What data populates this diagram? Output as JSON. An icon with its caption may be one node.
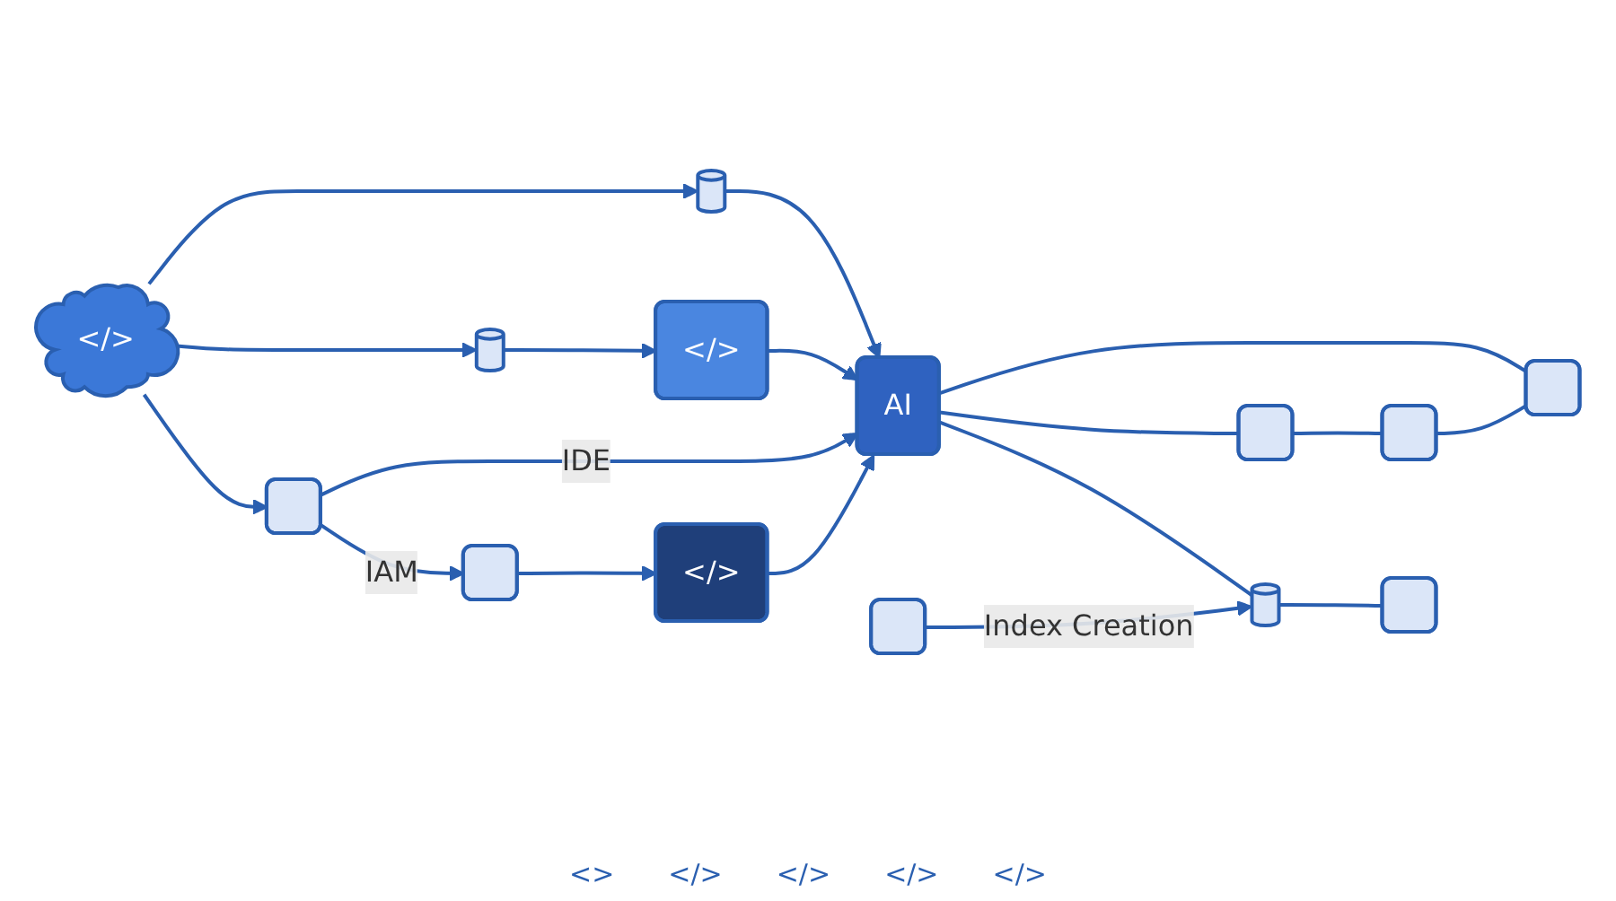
{
  "diagram": {
    "nodes": [
      {
        "text": [
          "</>"
        ]
      },
      {
        "text": [],
        "shape": "box"
      },
      {
        "text": [],
        "shape": "box"
      },
      {
        "text": [
          "AI"
        ]
      },
      {
        "text": [],
        "shape": "cylinder"
      },
      {
        "text": [
          "</>"
        ]
      },
      {
        "text": [],
        "shape": "cylinder"
      },
      {
        "text": [
          "</>"
        ]
      },
      {
        "text": [],
        "shape": "box"
      },
      {
        "text": [],
        "shape": "cylinder"
      },
      {
        "text": [],
        "shape": "box"
      },
      {
        "text": [],
        "shape": "box"
      },
      {
        "text": [],
        "shape": "box"
      },
      {
        "text": [],
        "shape": "box"
      }
    ],
    "edges": [
      {
        "from": 0,
        "to": 1,
        "arrow": "to"
      },
      {
        "from": 1,
        "to": 2,
        "arrow": "to",
        "label": "IAM"
      },
      {
        "from": 1,
        "to": 3,
        "arrow": "to",
        "label": "IDE"
      },
      {
        "from": 0,
        "to": 4,
        "arrow": "to"
      },
      {
        "from": 0,
        "to": 6,
        "arrow": "to"
      },
      {
        "from": 6,
        "to": 3,
        "arrow": "to"
      },
      {
        "from": 4,
        "to": 5,
        "arrow": "to"
      },
      {
        "from": 5,
        "to": 3,
        "arrow": "to"
      },
      {
        "from": 2,
        "to": 7,
        "arrow": "to"
      },
      {
        "from": 7,
        "to": 3,
        "arrow": "to"
      },
      {
        "from": 8,
        "to": 9,
        "arrow": "to",
        "label": "Index Creation"
      },
      {
        "from": 3,
        "to": 9,
        "arrow": "none"
      },
      {
        "from": 3,
        "to": 10,
        "arrow": "none"
      },
      {
        "from": 3,
        "to": 11,
        "arrow": "none"
      },
      {
        "from": 9,
        "to": 12,
        "arrow": "none"
      },
      {
        "from": 10,
        "to": 13,
        "arrow": "none"
      },
      {
        "from": 13,
        "to": 11,
        "arrow": "none"
      }
    ],
    "labels": [
      "<>",
      "</>",
      "</>",
      "</>",
      "</>"
    ]
  }
}
